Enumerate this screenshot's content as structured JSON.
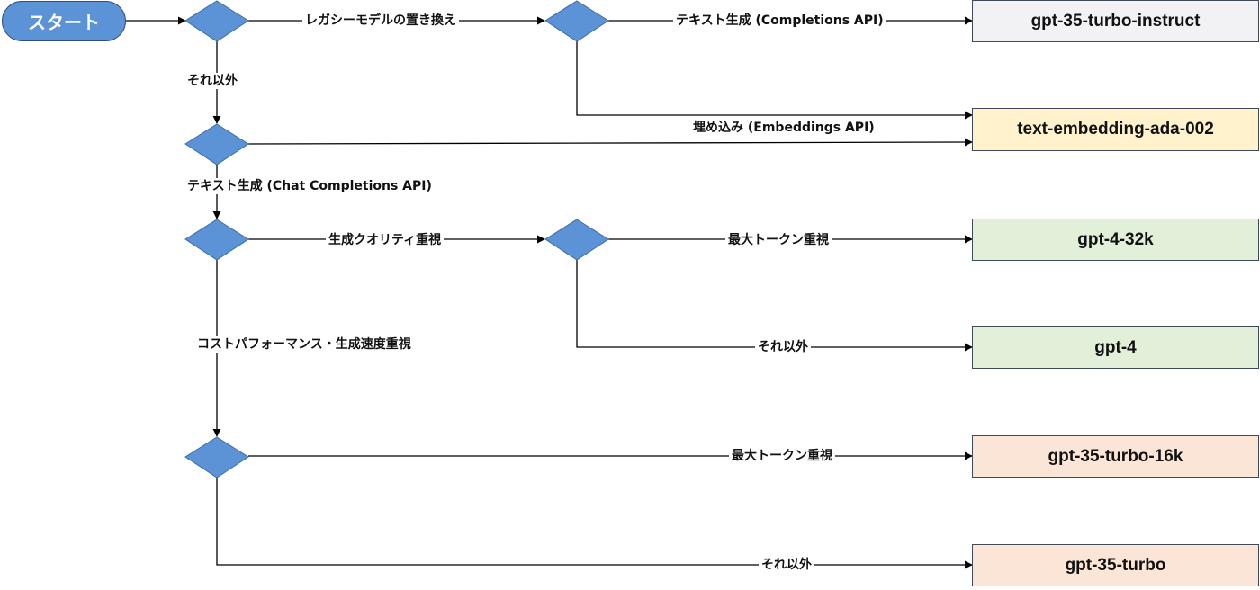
{
  "colors": {
    "start_fill": "#5b93d6",
    "diamond_fill": "#5b93d6",
    "line": "#000000",
    "box_gray": "#f2f2f4",
    "box_yellow": "#fff2cc",
    "box_green": "#e2efd9",
    "box_peach": "#fbe5d6"
  },
  "start": {
    "label": "スタート"
  },
  "labels": {
    "legacy": "レガシーモデルの置き換え",
    "other_1": "それ以外",
    "text_gen_completions": "テキスト生成 (Completions API)",
    "embeddings": "埋め込み (Embeddings API)",
    "text_gen_chat": "テキスト生成 (Chat Completions API)",
    "quality": "生成クオリティ重視",
    "max_tokens_1": "最大トークン重視",
    "cost_speed": "コストパフォーマンス・生成速度重視",
    "other_2": "それ以外",
    "max_tokens_2": "最大トークン重視",
    "other_3": "それ以外"
  },
  "results": {
    "instruct": "gpt-35-turbo-instruct",
    "embedding": "text-embedding-ada-002",
    "gpt4_32k": "gpt-4-32k",
    "gpt4": "gpt-4",
    "turbo16k": "gpt-35-turbo-16k",
    "turbo": "gpt-35-turbo"
  }
}
